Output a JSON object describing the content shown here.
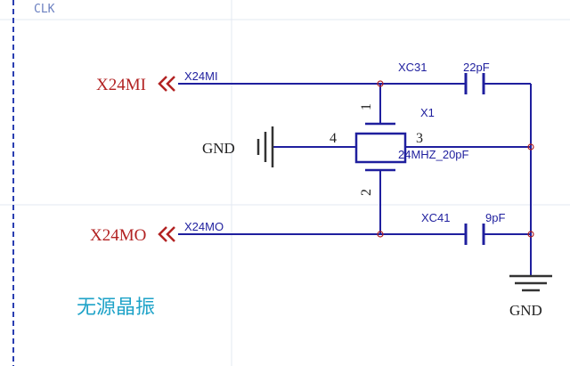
{
  "sheet": {
    "title": "CLK"
  },
  "ports": {
    "input": "X24MI",
    "output": "X24MO"
  },
  "nets": {
    "input_net": "X24MI",
    "output_net": "X24MO"
  },
  "components": {
    "c31": {
      "ref": "XC31",
      "value": "22pF"
    },
    "c41": {
      "ref": "XC41",
      "value": "9pF"
    },
    "crystal": {
      "ref": "X1",
      "value": "24MHZ_20pF",
      "pin1": "1",
      "pin2": "2",
      "pin3": "3",
      "pin4": "4"
    }
  },
  "power": {
    "gnd_left": "GND",
    "gnd_right": "GND"
  },
  "caption": "无源晶振",
  "colors": {
    "wire": "#1f1f9e",
    "port": "#b22222",
    "net_label": "#1f1f9e",
    "junction": "#b22222",
    "border": "#2a3eb1",
    "caption": "#1fa3c8",
    "sheet_title": "#6a7fc0",
    "grid": "#e3e8f2"
  }
}
